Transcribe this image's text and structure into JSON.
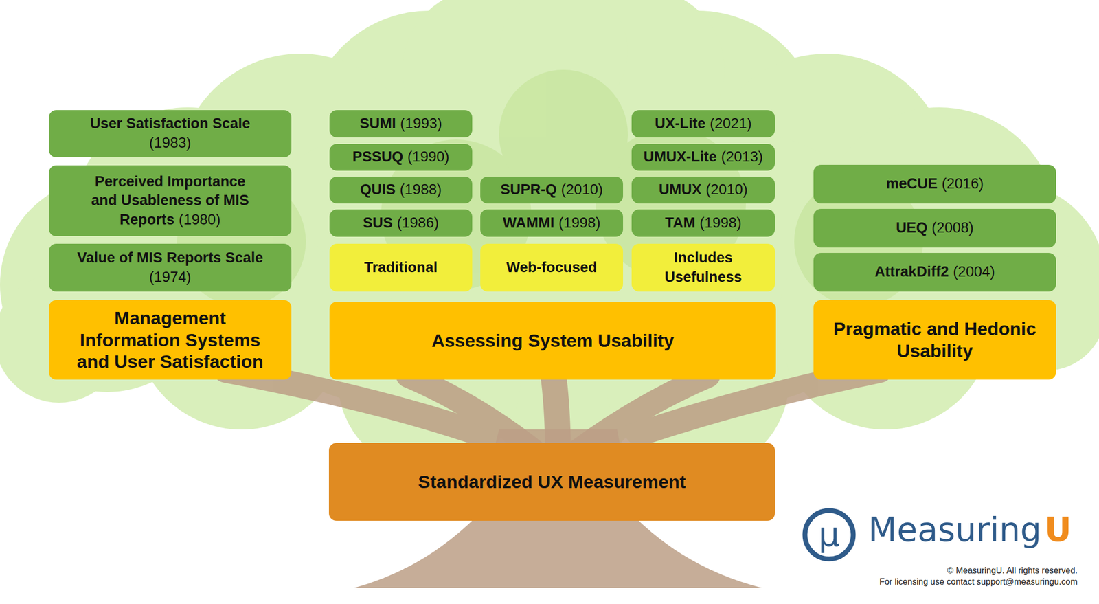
{
  "diagram": {
    "nodes": [
      {
        "text": [
          "User Satisfaction Scale",
          "(1983)"
        ]
      },
      {
        "text": [
          "Perceived Importance and Usableness of MIS Reports",
          "(1980)"
        ]
      },
      {
        "text": [
          "Value of MIS Reports Scale",
          "(1974)"
        ]
      },
      {
        "text": [
          "Management Information Systems and User Satisfaction"
        ]
      },
      {
        "text": [
          "SUMI",
          "(1993)"
        ]
      },
      {
        "text": [
          "PSSUQ",
          "(1990)"
        ]
      },
      {
        "text": [
          "QUIS",
          "(1988)"
        ]
      },
      {
        "text": [
          "SUS",
          "(1986)"
        ]
      },
      {
        "text": [
          "Traditional"
        ]
      },
      {
        "text": [
          "SUPR-Q",
          "(2010)"
        ]
      },
      {
        "text": [
          "WAMMI",
          "(1998)"
        ]
      },
      {
        "text": [
          "Web-focused"
        ]
      },
      {
        "text": [
          "UX-Lite",
          "(2021)"
        ]
      },
      {
        "text": [
          "UMUX-Lite",
          "(2013)"
        ]
      },
      {
        "text": [
          "UMUX",
          "(2010)"
        ]
      },
      {
        "text": [
          "TAM",
          "(1998)"
        ]
      },
      {
        "text": [
          "Includes Usefulness"
        ]
      },
      {
        "text": [
          "Assessing System Usability"
        ]
      },
      {
        "text": [
          "meCUE",
          "(2016)"
        ]
      },
      {
        "text": [
          "UEQ",
          "(2008)"
        ]
      },
      {
        "text": [
          "AttrakDiff2",
          "(2004)"
        ]
      },
      {
        "text": [
          "Pragmatic and Hedonic Usability"
        ]
      },
      {
        "text": [
          "Standardized UX Measurement"
        ]
      }
    ],
    "labels": [
      "μ",
      "Measuring",
      "U",
      "© MeasuringU. All rights reserved.",
      "For licensing use contact support@measuringu.com"
    ]
  }
}
